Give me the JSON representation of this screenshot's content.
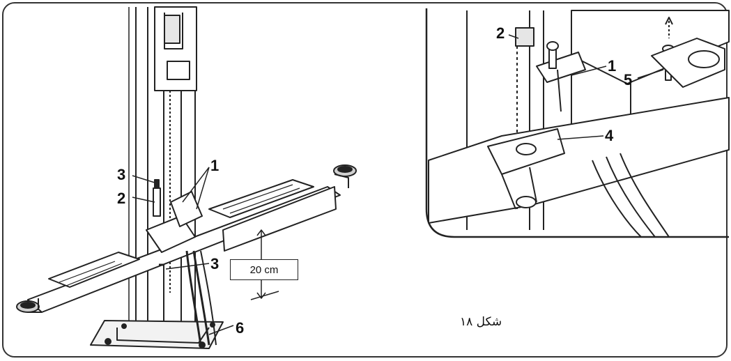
{
  "left_figure": {
    "callouts": [
      "1",
      "2",
      "3",
      "3",
      "6"
    ],
    "dimension_label": "20 cm"
  },
  "inset_figure": {
    "callouts": [
      "1",
      "2",
      "4",
      "5"
    ]
  },
  "caption": "شکل ۱۸",
  "colors": {
    "line": "#222222",
    "frame": "#333333",
    "background": "#ffffff"
  }
}
